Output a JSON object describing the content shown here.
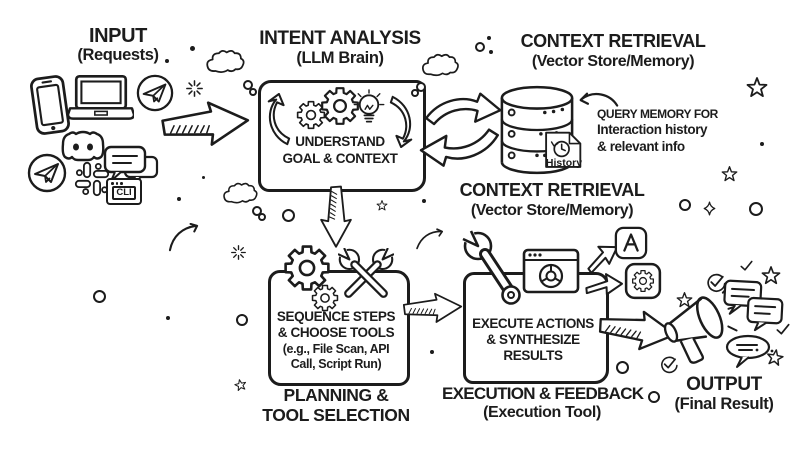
{
  "colors": {
    "ink": "#1c1c1c",
    "background": "#ffffff"
  },
  "stages": {
    "input": {
      "title": "INPUT",
      "subtitle": "(Requests)",
      "cli_label": "CLI"
    },
    "intent": {
      "title": "INTENT ANALYSIS",
      "subtitle": "(LLM Brain)",
      "box_line1": "UNDERSTAND",
      "box_line2": "GOAL & CONTEXT"
    },
    "context": {
      "title": "CONTEXT RETRIEVAL",
      "subtitle": "(Vector Store/Memory)",
      "history_label": "History",
      "note_line1": "QUERY MEMORY FOR",
      "note_line2": "Interaction history",
      "note_line3": "& relevant info"
    },
    "context_lower": {
      "title": "CONTEXT RETRIEVAL",
      "subtitle": "(Vector Store/Memory)"
    },
    "planning": {
      "box_line1": "SEQUENCE STEPS",
      "box_line2": "& CHOOSE TOOLS",
      "box_line3": "(e.g., File Scan, API",
      "box_line4": "Call, Script Run)",
      "label_line1": "PLANNING &",
      "label_line2": "TOOL SELECTION"
    },
    "execution": {
      "box_line1": "EXECUTE ACTIONS",
      "box_line2": "& SYNTHESIZE",
      "box_line3": "RESULTS",
      "label": "EXECUTION & FEEDBACK",
      "sublabel": "(Execution Tool)"
    },
    "output": {
      "title": "OUTPUT",
      "subtitle": "(Final Result)"
    }
  }
}
